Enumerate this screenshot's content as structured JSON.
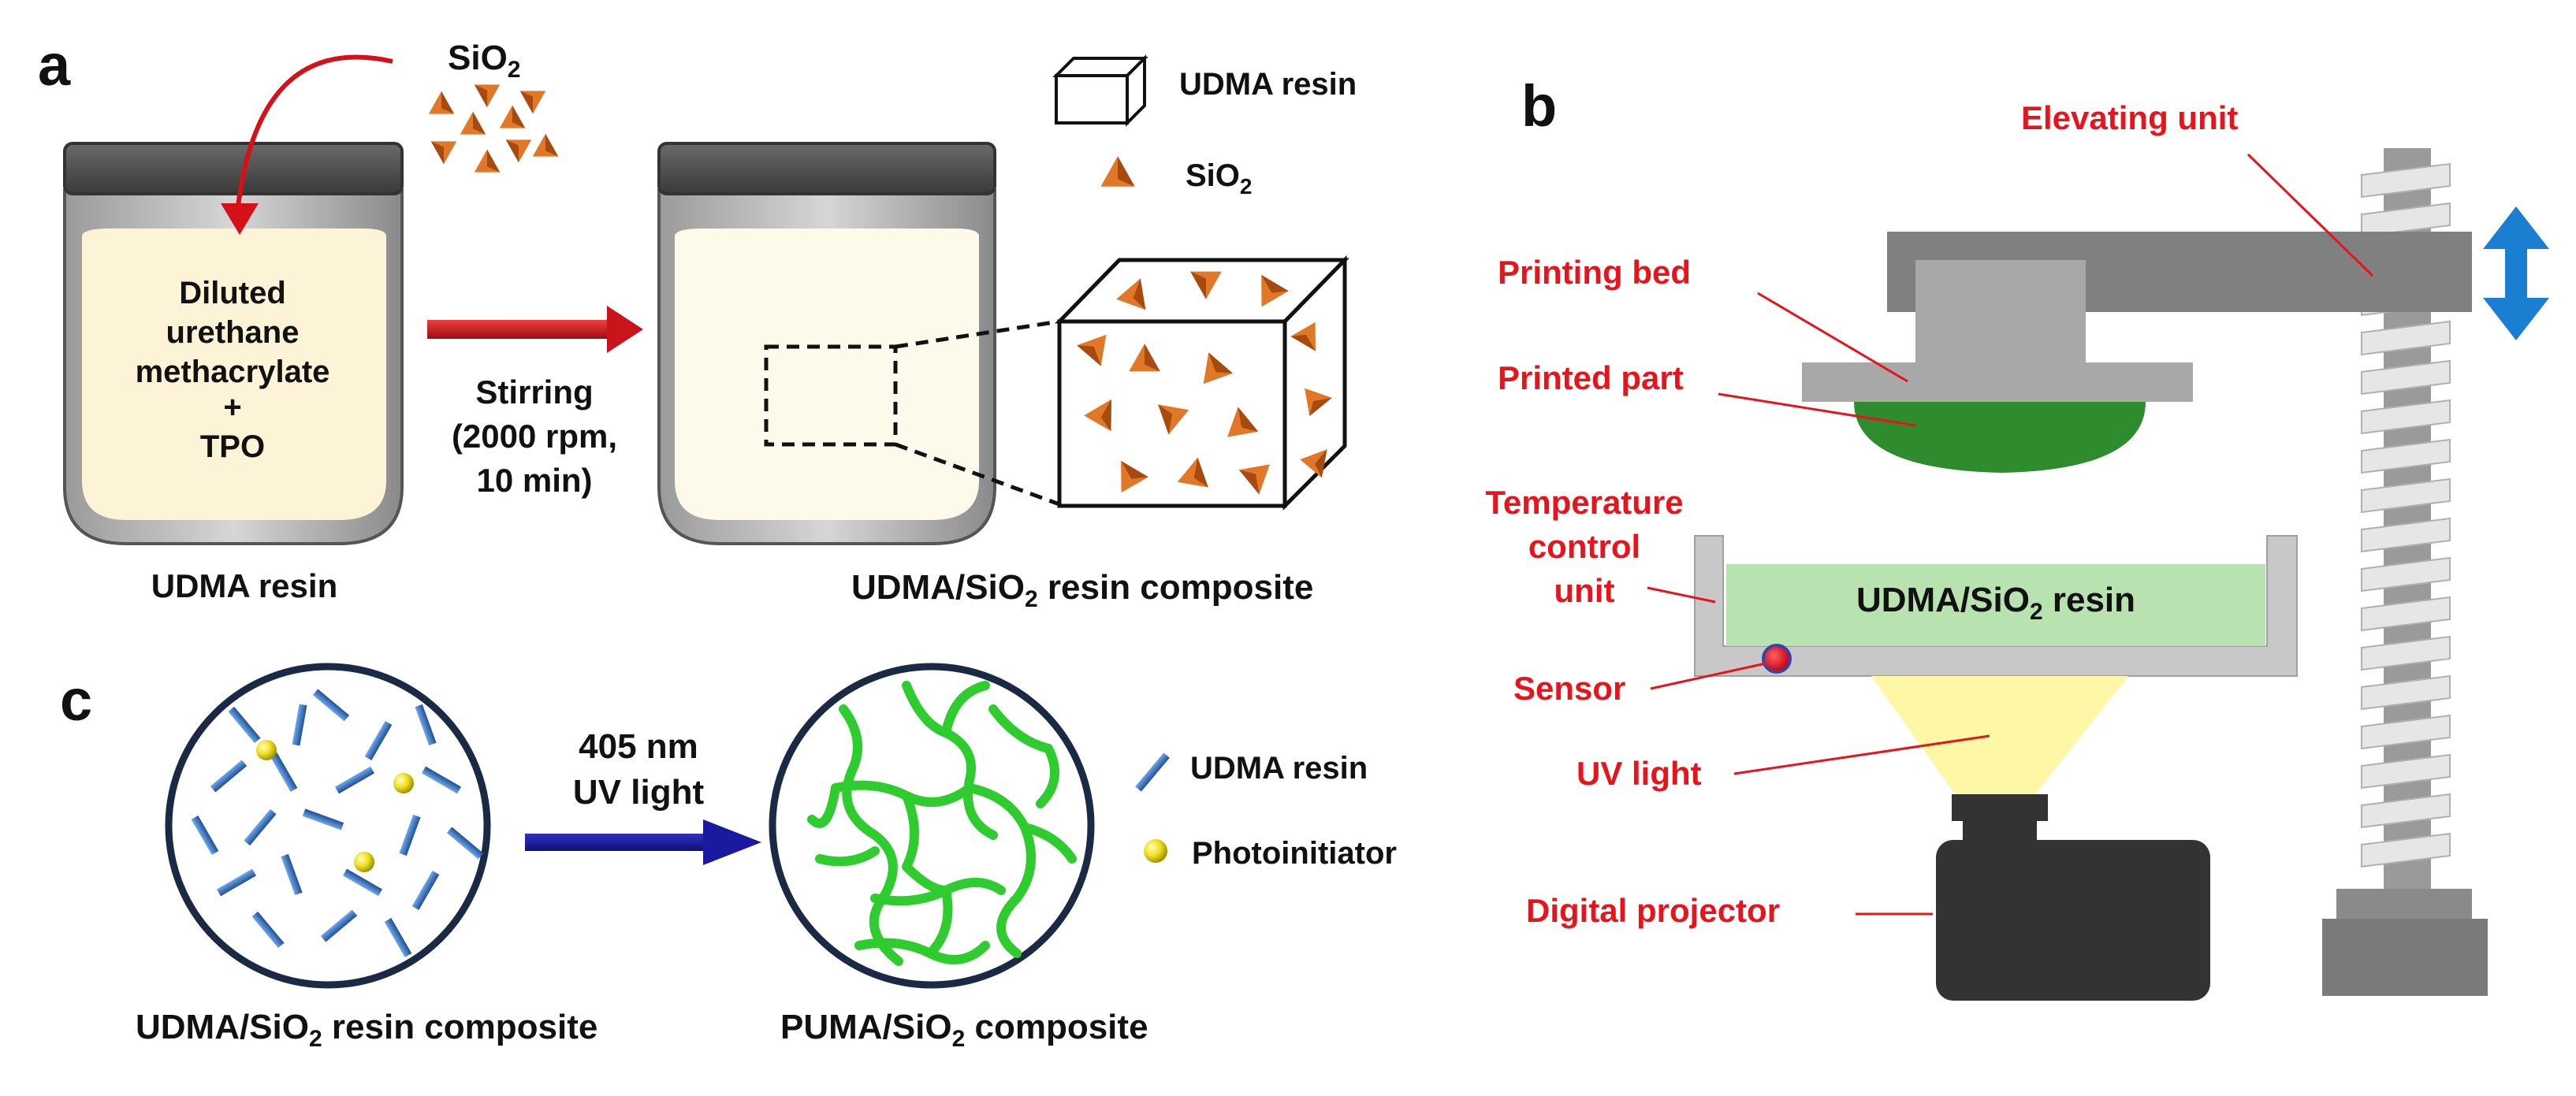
{
  "panels": {
    "a": {
      "letter": "a",
      "jar1_text": [
        "Diluted",
        "urethane",
        "methacrylate",
        "+",
        "TPO"
      ],
      "jar1_caption": "UDMA resin",
      "sio2_label": {
        "main": "SiO",
        "sub": "2"
      },
      "stirring": [
        "Stirring",
        "(2000 rpm,",
        "10 min)"
      ],
      "legend_resin": "UDMA resin",
      "legend_sio2": {
        "main": "SiO",
        "sub": "2"
      },
      "jar2_caption": {
        "pre": "UDMA/SiO",
        "sub": "2",
        "post": " resin composite"
      }
    },
    "b": {
      "letter": "b",
      "elevating_unit": "Elevating unit",
      "printing_bed": "Printing bed",
      "printed_part": "Printed part",
      "temp_control": [
        "Temperature",
        "control",
        "unit"
      ],
      "sensor": "Sensor",
      "uv_light": "UV light",
      "digital_projector": "Digital projector",
      "vat_label": {
        "pre": "UDMA/SiO",
        "sub": "2",
        "post": " resin"
      }
    },
    "c": {
      "letter": "c",
      "arrow_text": [
        "405 nm",
        "UV light"
      ],
      "legend_resin": "UDMA resin",
      "legend_photo": "Photoinitiator",
      "circle1_caption": {
        "pre": "UDMA/SiO",
        "sub": "2",
        "post": " resin composite"
      },
      "circle2_caption": {
        "pre": "PUMA/SiO",
        "sub": "2",
        "post": " composite"
      }
    }
  },
  "colors": {
    "label_red": "#e8141b",
    "arrow_red": "#c8141b",
    "arrow_blue": "#1a1aa0",
    "double_arrow": "#1a7fd0",
    "resin_cream": "#fdf3d6",
    "vat_green": "#b8e3b0",
    "part_green": "#2e8b2e",
    "polymer_green": "#2ecc2e",
    "sio2_orange": "#e07828",
    "uv_yellow": "#fdf7a6",
    "stick_blue": "#2b5fa8",
    "projector": "#333333",
    "machine_gray": "#808080"
  }
}
